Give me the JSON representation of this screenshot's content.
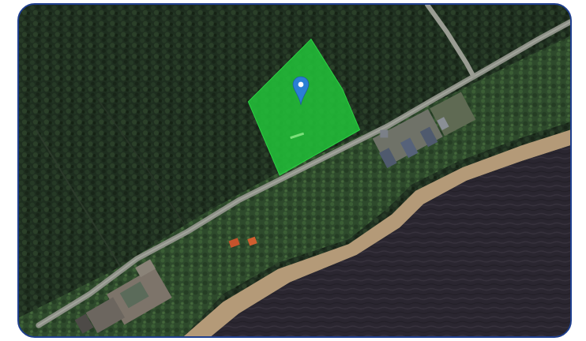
{
  "map": {
    "view": "satellite",
    "frame_color": "#1f3f8f",
    "parcel": {
      "fill": "#22c33a",
      "opacity": 0.85
    },
    "marker": {
      "icon": "map-pin-icon",
      "color": "#2a7fd4"
    },
    "features": [
      "forest",
      "road",
      "beach",
      "river",
      "buildings"
    ]
  }
}
